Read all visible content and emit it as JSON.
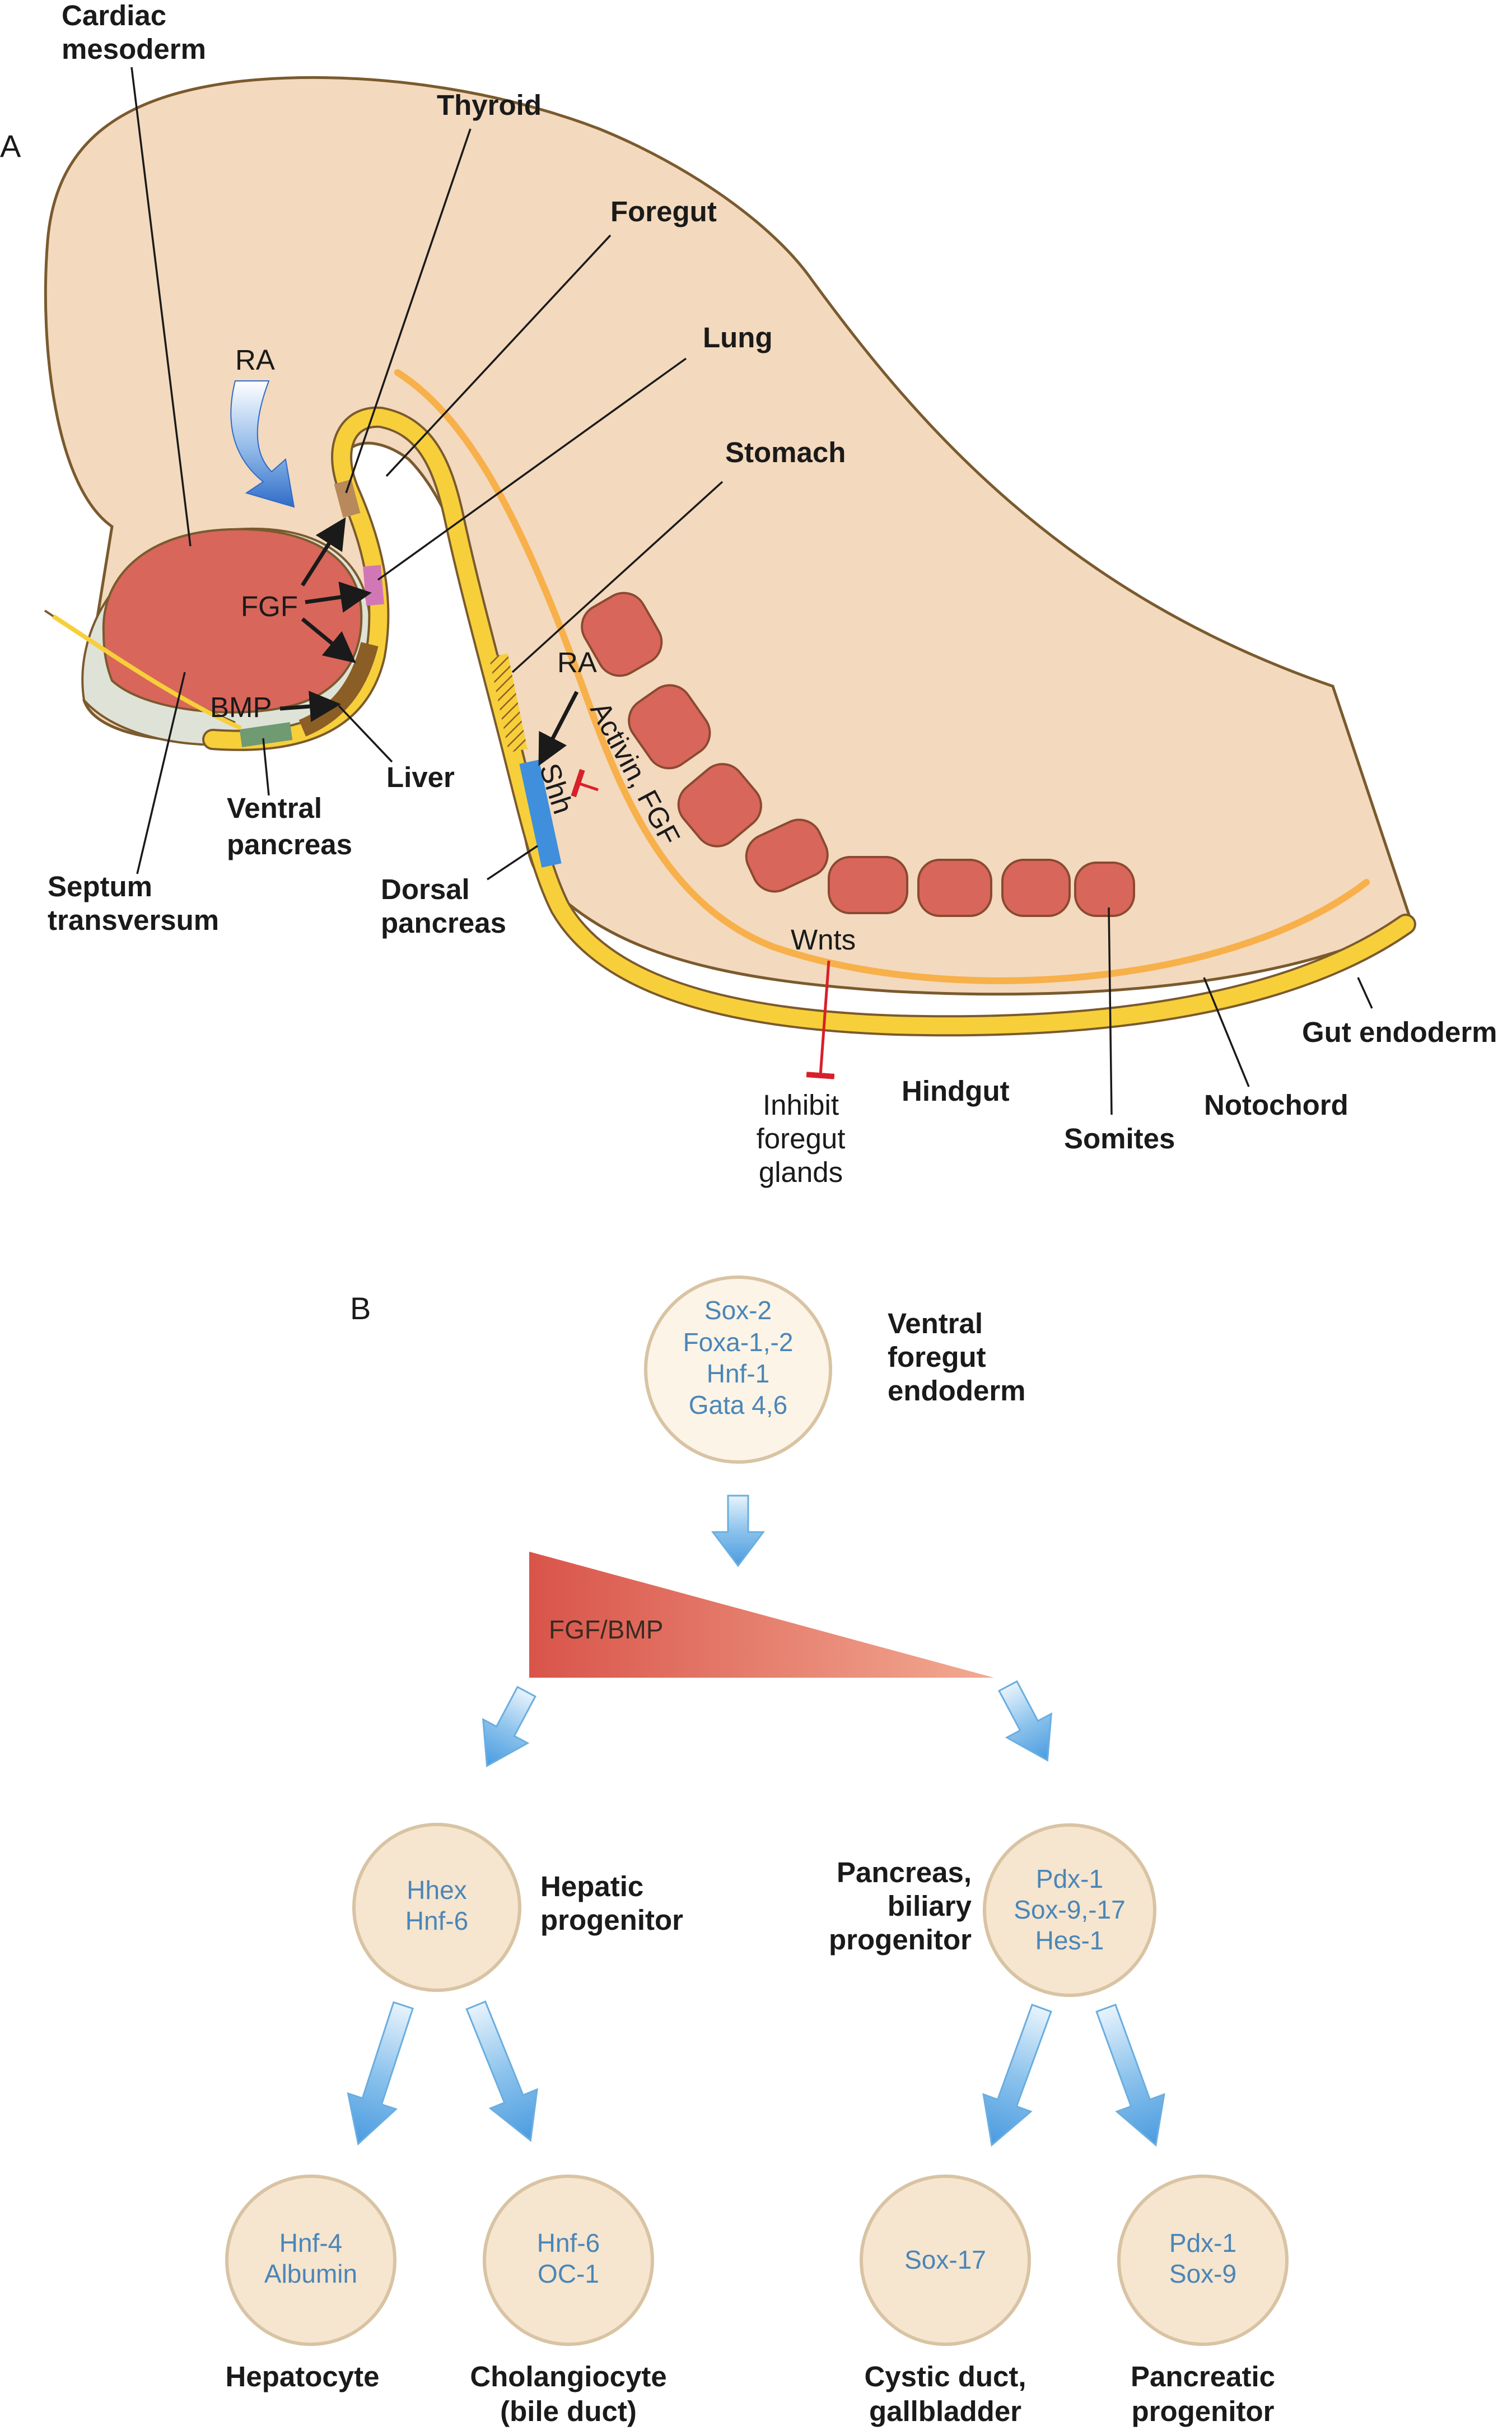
{
  "panel_a": {
    "letter": "A",
    "labels": {
      "cardiac_1": "Cardiac",
      "cardiac_2": "mesoderm",
      "thyroid": "Thyroid",
      "foregut": "Foregut",
      "lung": "Lung",
      "stomach": "Stomach",
      "liver": "Liver",
      "ventral_1": "Ventral",
      "ventral_2": "pancreas",
      "septum_1": "Septum",
      "septum_2": "transversum",
      "dorsal_1": "Dorsal",
      "dorsal_2": "pancreas",
      "hindgut": "Hindgut",
      "somites": "Somites",
      "notochord": "Notochord",
      "gut_endoderm": "Gut endoderm"
    },
    "signals": {
      "ra_top": "RA",
      "fgf": "FGF",
      "bmp": "BMP",
      "ra_dorsal": "RA",
      "activin_fgf": "Activin, FGF",
      "shh": "Shh",
      "wnts": "Wnts",
      "inhibit_1": "Inhibit",
      "inhibit_2": "foregut",
      "inhibit_3": "glands"
    }
  },
  "panel_b": {
    "letter": "B",
    "ventral_foregut": {
      "genes": [
        "Sox-2",
        "Foxa-1,-2",
        "Hnf-1",
        "Gata 4,6"
      ],
      "label": [
        "Ventral",
        "foregut",
        "endoderm"
      ]
    },
    "gradient_label": "FGF/BMP",
    "hepatic": {
      "genes": [
        "Hhex",
        "Hnf-6"
      ],
      "label": [
        "Hepatic",
        "progenitor"
      ]
    },
    "pancreas_biliary": {
      "genes": [
        "Pdx-1",
        "Sox-9,-17",
        "Hes-1"
      ],
      "label": [
        "Pancreas,",
        "biliary",
        "progenitor"
      ]
    },
    "hepatocyte": {
      "genes": [
        "Hnf-4",
        "Albumin"
      ],
      "label": [
        "Hepatocyte"
      ]
    },
    "cholangiocyte": {
      "genes": [
        "Hnf-6",
        "OC-1"
      ],
      "label": [
        "Cholangiocyte",
        "(bile duct)"
      ]
    },
    "cystic_duct": {
      "genes": [
        "Sox-17"
      ],
      "label": [
        "Cystic duct,",
        "gallbladder"
      ]
    },
    "pancreatic": {
      "genes": [
        "Pdx-1",
        "Sox-9"
      ],
      "label": [
        "Pancreatic",
        "progenitor"
      ]
    }
  },
  "colors": {
    "embryo_fill": "#f3d9bd",
    "embryo_outline": "#7a5a2e",
    "cardiac_mesoderm": "#d9665a",
    "septum": "#dfe2d6",
    "endoderm": "#f7cf3a",
    "notochord": "#f7b04a",
    "thyroid": "#b8895a",
    "lung": "#d277b6",
    "liver": "#8b5e26",
    "ventral_pancreas": "#6f9a72",
    "dorsal_pancreas": "#3f8fdc",
    "gradient_dark": "#d9544a",
    "gradient_light": "#f2aa92",
    "inhibition": "#d8202a",
    "gene_text": "#4a86b8",
    "cell_fill": "#f6e5cf",
    "blue_arrow": "#6aaee0"
  }
}
